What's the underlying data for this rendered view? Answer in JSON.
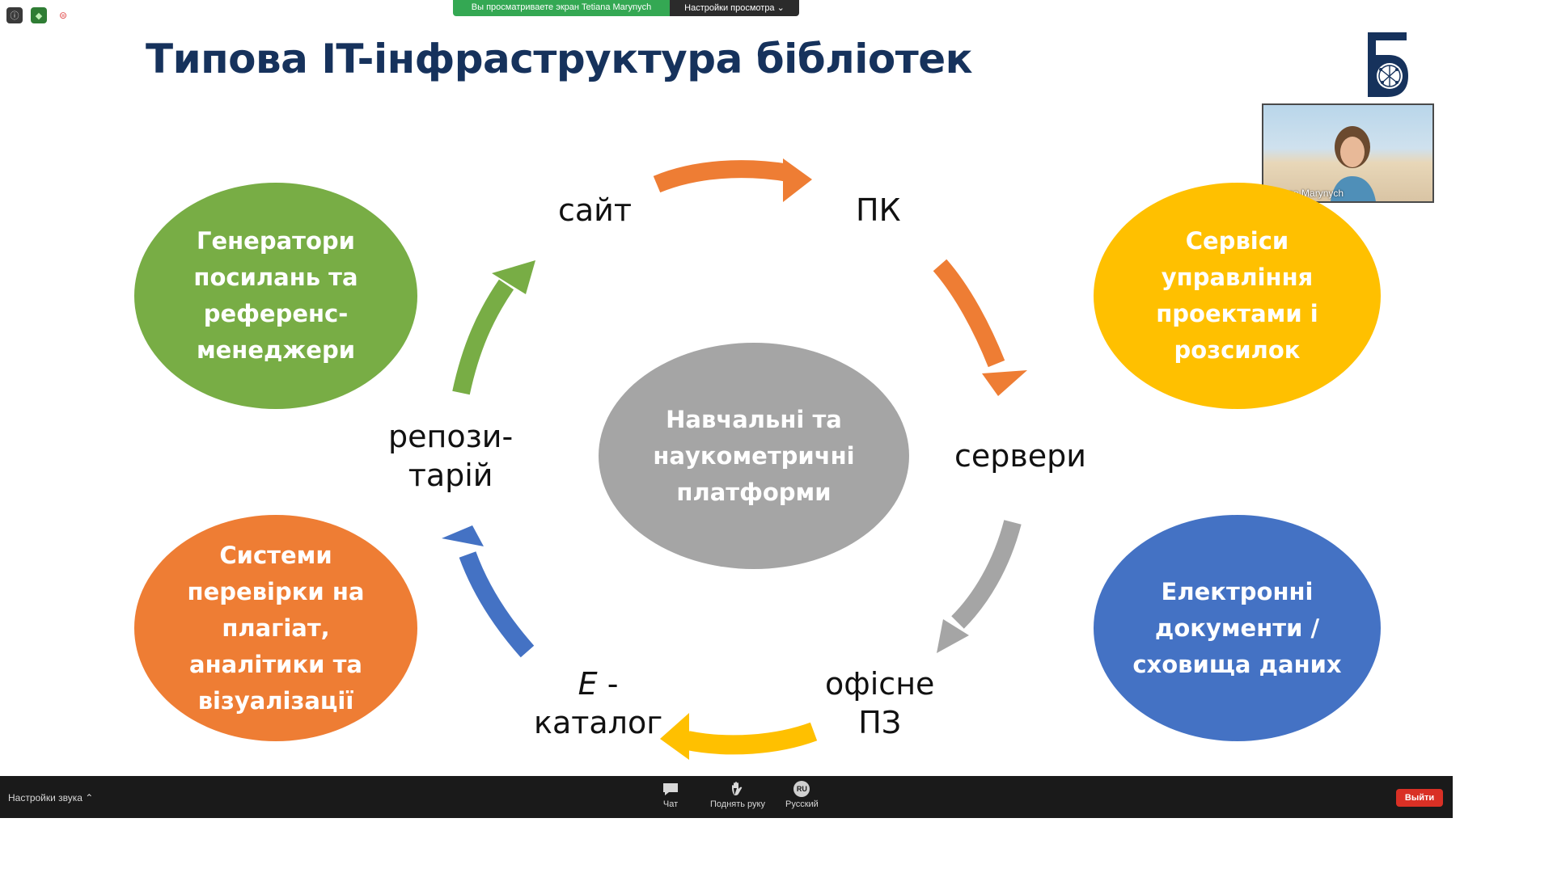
{
  "window_controls": [
    {
      "icon": "info-icon",
      "glyph": "ⓘ"
    },
    {
      "icon": "shield-icon",
      "glyph": "◆"
    },
    {
      "icon": "record-icon",
      "glyph": "⊜"
    }
  ],
  "share_banner": {
    "viewing_text": "Вы просматриваете экран Tetiana Marynych",
    "view_options_label": "Настройки просмотра ⌄"
  },
  "slide": {
    "title": "Типова IT-інфраструктура бібліотек",
    "logo_letter": "Б",
    "ovals": {
      "top_left": "Генератори посилань та референс-менеджери",
      "top_right": "Сервіси управління проектами і розсилок",
      "center": "Навчальні та наукометричні платформи",
      "bottom_left": "Системи перевірки на плагіат, аналітики та візуалізації",
      "bottom_right": "Електронні документи / сховища даних"
    },
    "labels": {
      "site": "сайт",
      "pk": "ПК",
      "servers": "сервери",
      "office_line1": "офісне",
      "office_line2": "ПЗ",
      "ecatalog_prefix": "E",
      "ecatalog_dash": " -",
      "ecatalog_line2": "каталог",
      "repo_line1": "репози-",
      "repo_line2": "тарій"
    },
    "colors": {
      "green": "#78ad45",
      "yellow": "#ffc000",
      "orange": "#ee7d34",
      "blue": "#4472c4",
      "grey": "#a5a5a5",
      "title": "#16325c"
    }
  },
  "participant_video": {
    "name": "Tetiana Marynych"
  },
  "zoom_bar": {
    "sound_settings_label": "Настройки звука ⌃",
    "controls": [
      {
        "label": "Чат",
        "icon": "chat-icon"
      },
      {
        "label": "Поднять руку",
        "icon": "raise-hand-icon"
      },
      {
        "label": "Русский",
        "icon": "language-icon",
        "badge": "RU"
      }
    ],
    "exit_label": "Выйти"
  }
}
